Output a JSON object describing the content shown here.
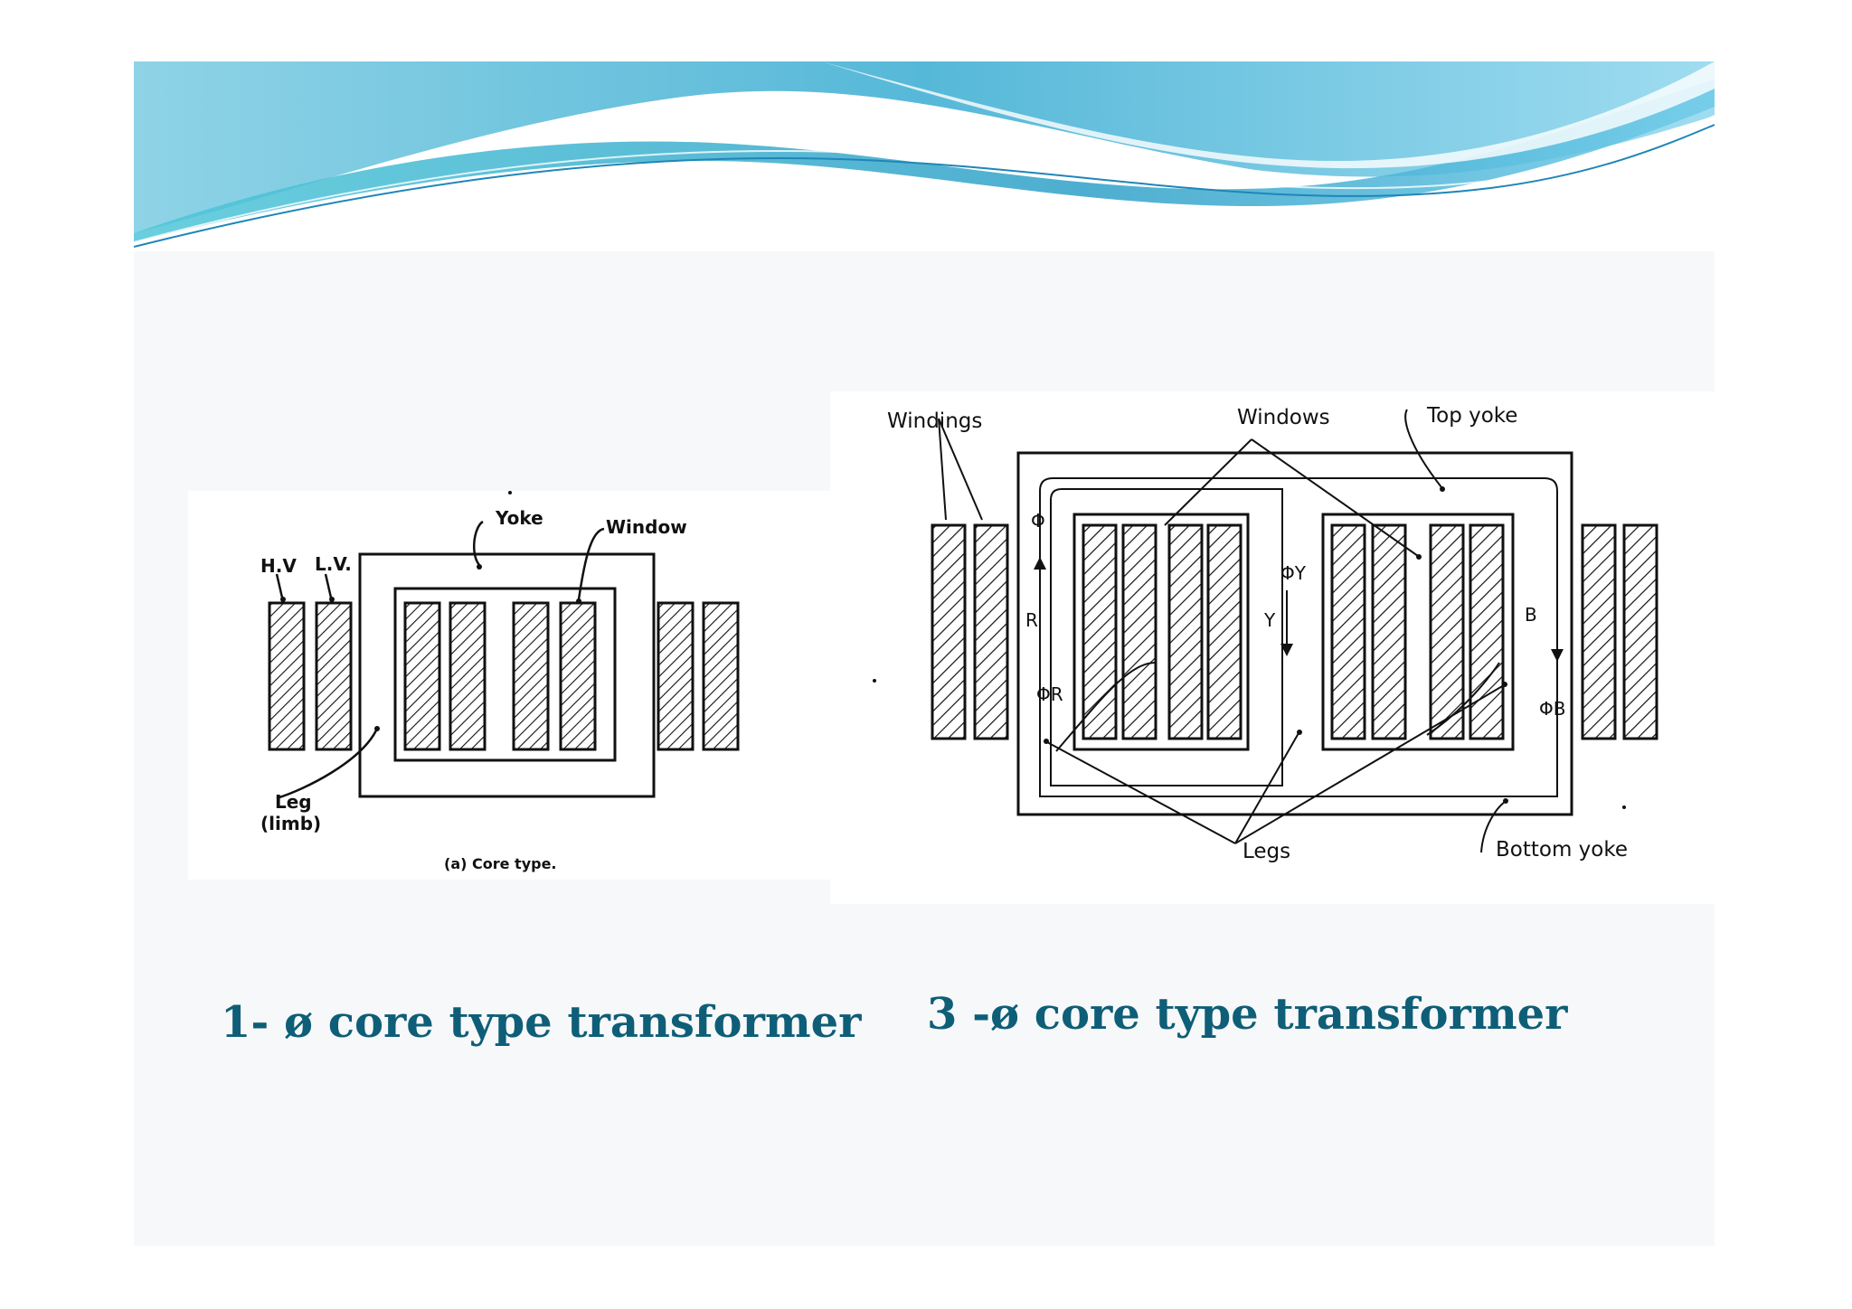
{
  "single_phase": {
    "labels": {
      "hv": "H.V",
      "lv": "L.V.",
      "yoke": "Yoke",
      "window": "Window",
      "leg": "Leg",
      "limb": "(limb)",
      "subcaption": "(a) Core type."
    },
    "caption": "1- ø core type transformer"
  },
  "three_phase": {
    "labels": {
      "windings": "Windings",
      "windows": "Windows",
      "top_yoke": "Top yoke",
      "bottom_yoke": "Bottom yoke",
      "legs": "Legs",
      "phase_r": "R",
      "phase_y": "Y",
      "phase_b": "B",
      "flux_r": "ΦR",
      "flux_y": "ΦY",
      "flux_b": "ΦB",
      "flux_top": "Φ"
    },
    "caption": "3 -ø core type transformer"
  },
  "colors": {
    "caption": "#0e5e77",
    "banner_light": "#a8e6ee",
    "banner_dark": "#3aa6cc"
  }
}
